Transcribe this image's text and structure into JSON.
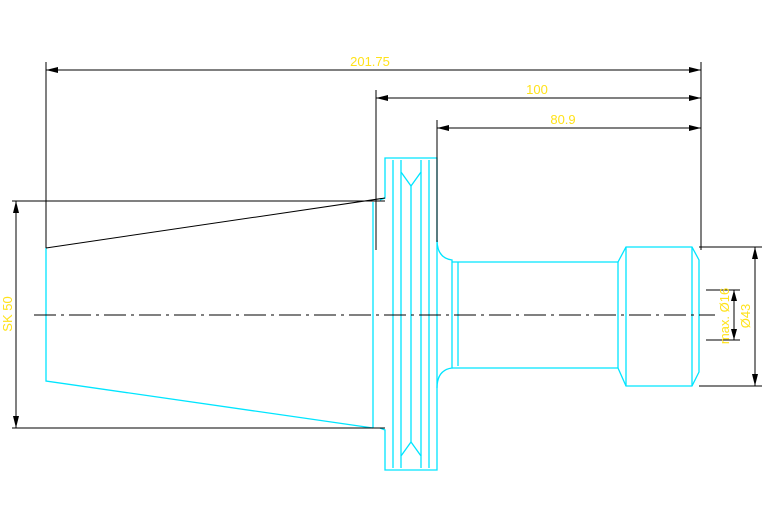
{
  "dimensions": {
    "overall_length": "201.75",
    "length_100": "100",
    "length_80_9": "80.9",
    "taper_label": "SK 50",
    "bore_max": "max. Ø16",
    "outer_diameter": "Ø43"
  },
  "colors": {
    "part_outline": "#00e5ff",
    "dimension_line": "#000000",
    "dimension_text": "#ffe21a",
    "background": "#ffffff"
  }
}
